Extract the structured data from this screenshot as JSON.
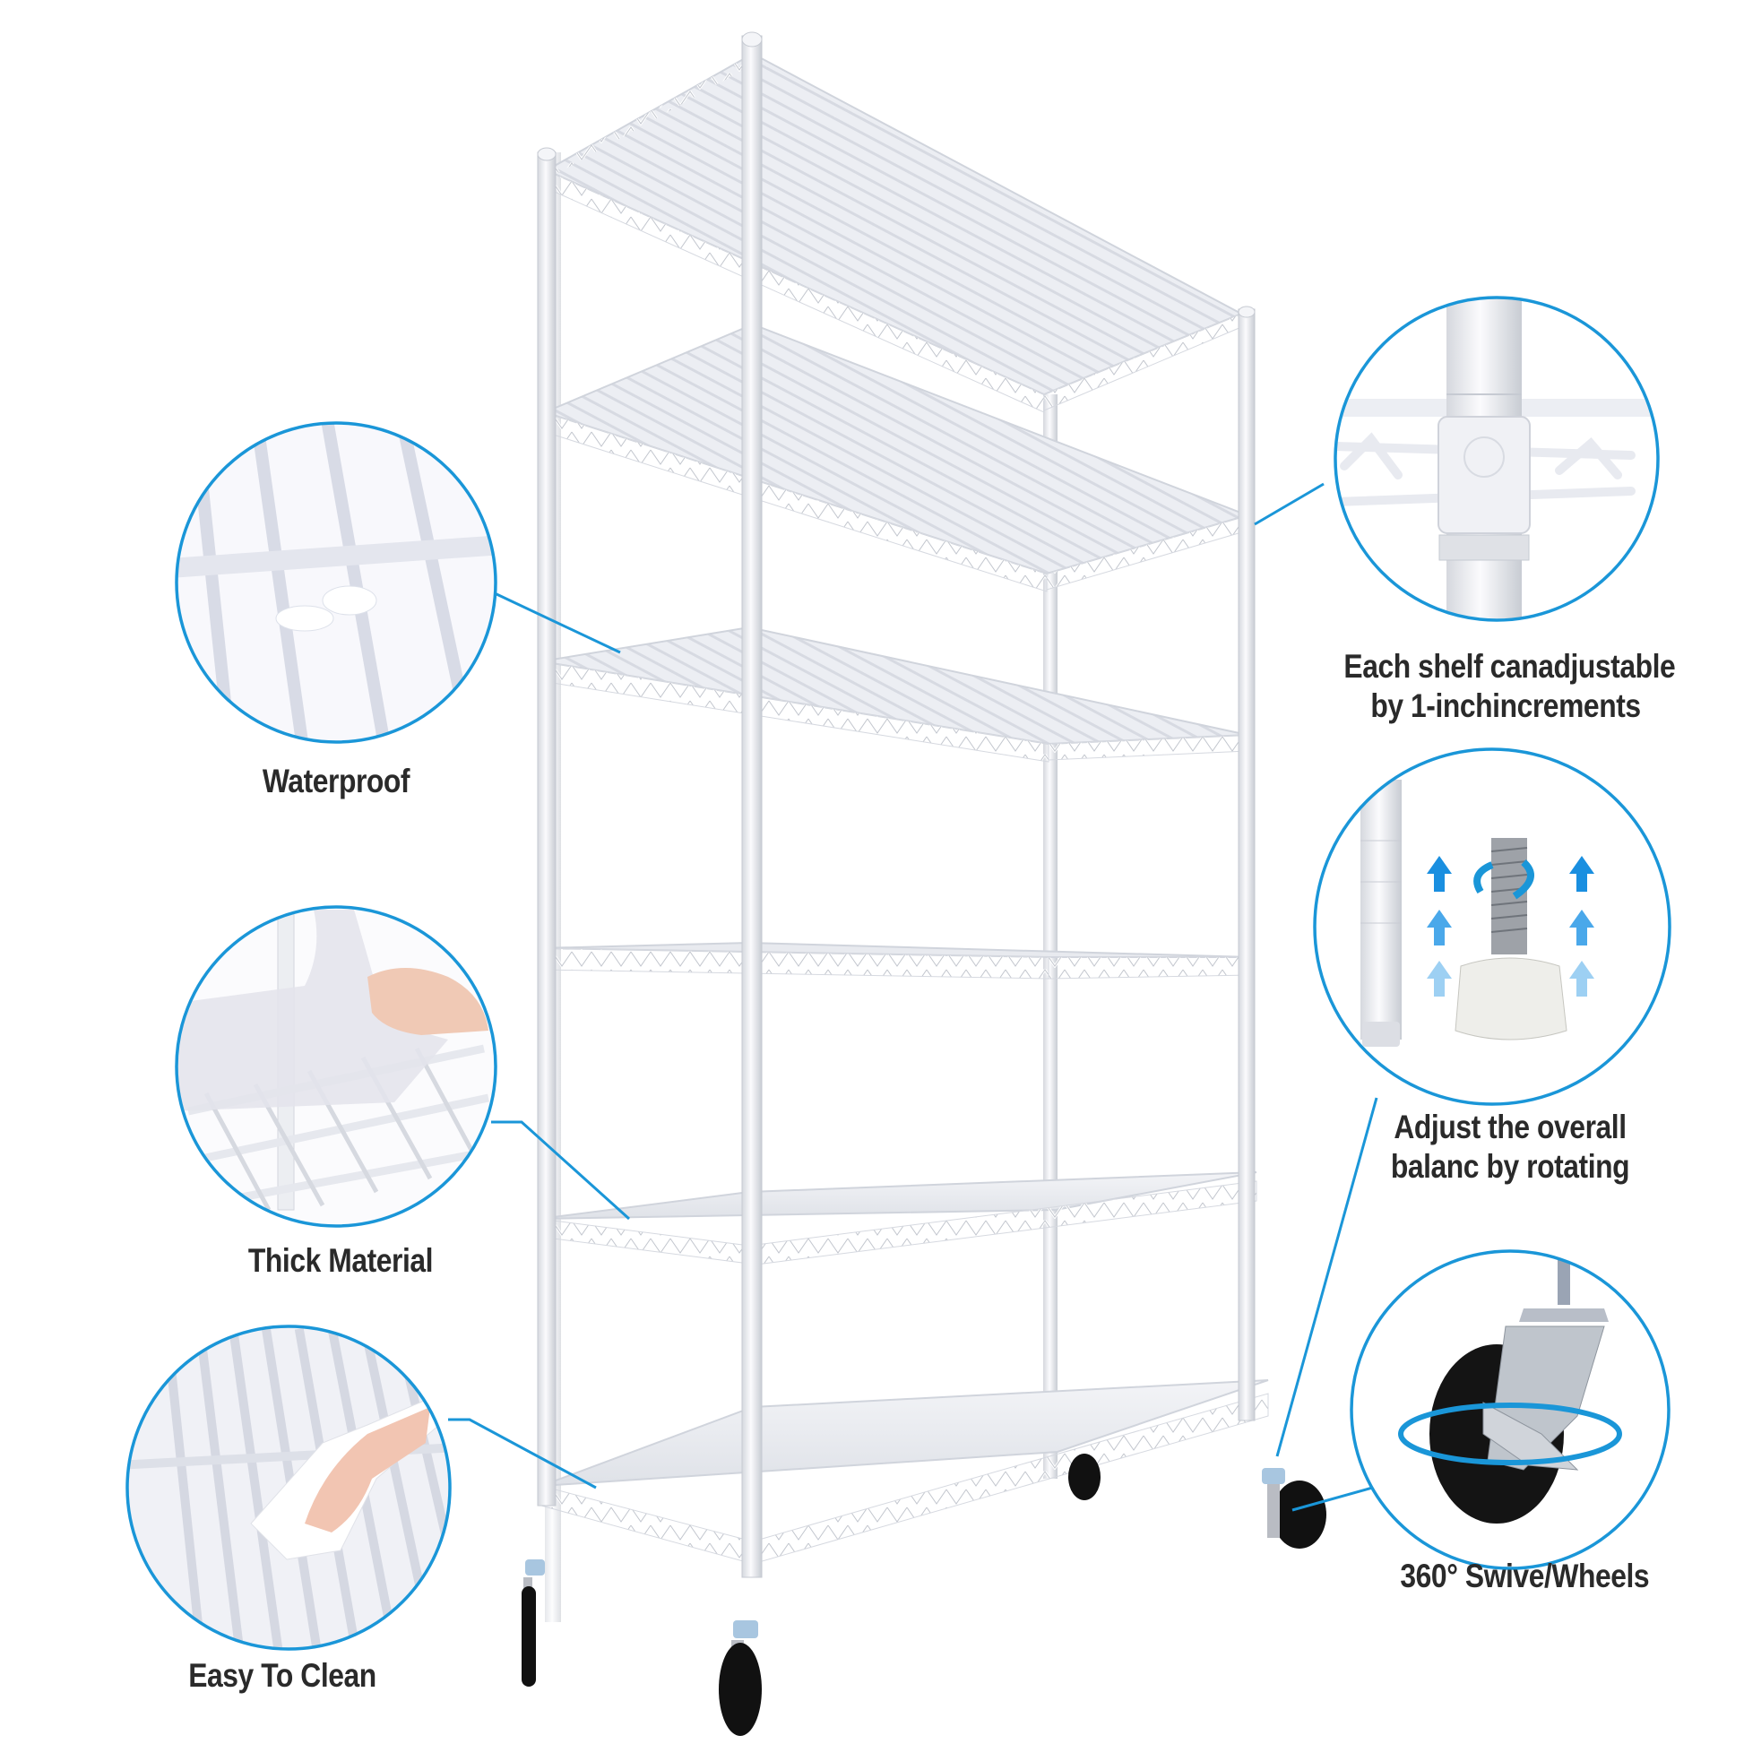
{
  "product": {
    "name": "6-tier white wire shelving unit on caster wheels",
    "shelf_count": 6,
    "wheel_count": 4
  },
  "colors": {
    "accent": "#1a96d8",
    "text": "#2a2a2a",
    "frame": "#eef0f4",
    "frame_shadow": "#c9ccd4",
    "wheel": "#111111",
    "background": "#ffffff"
  },
  "callouts": {
    "left": [
      {
        "id": "waterproof",
        "label": "Waterproof",
        "icon": "water-droplet-icon"
      },
      {
        "id": "thick-material",
        "label": "Thick Material",
        "icon": "shelf-liner-icon"
      },
      {
        "id": "easy-to-clean",
        "label": "Easy To Clean",
        "icon": "wipe-hand-icon"
      }
    ],
    "right": [
      {
        "id": "adjustable-shelf",
        "label_line1": "Each shelf canadjustable",
        "label_line2": "by 1-inchincrements",
        "icon": "post-connector-icon"
      },
      {
        "id": "leveling-foot",
        "label_line1": "Adjust the overall",
        "label_line2": "balanc by rotating",
        "icon": "leveling-screw-icon"
      },
      {
        "id": "swivel-wheels",
        "label": "360° Swive/Wheels",
        "icon": "caster-wheel-icon"
      }
    ]
  }
}
